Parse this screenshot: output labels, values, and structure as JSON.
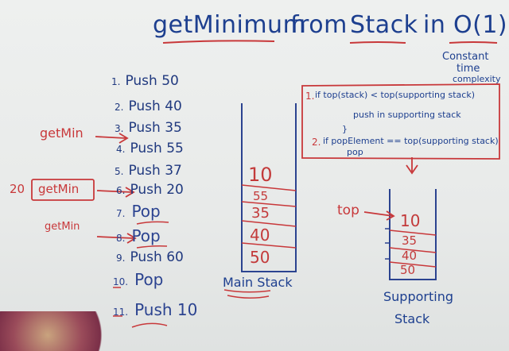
{
  "title": {
    "part1": "getMinimum",
    "part2": "from",
    "part3": "Stack",
    "part4": "in",
    "part5": "O(1)"
  },
  "note": {
    "line1": "Constant",
    "line2": "time",
    "line3": "complexity"
  },
  "steps": [
    {
      "num": "1.",
      "text": "Push 50"
    },
    {
      "num": "2.",
      "text": "Push 40"
    },
    {
      "num": "3.",
      "text": "Push 35"
    },
    {
      "num": "4.",
      "text": "Push 55"
    },
    {
      "num": "5.",
      "text": "Push 37"
    },
    {
      "num": "6.",
      "text": "Push 20"
    },
    {
      "num": "7.",
      "text": "Pop"
    },
    {
      "num": "8.",
      "text": "Pop"
    },
    {
      "num": "9.",
      "text": "Push 60"
    },
    {
      "num": "10.",
      "text": "Pop"
    },
    {
      "num": "11.",
      "text": "Push 10"
    }
  ],
  "getmin_labels": {
    "first": "getMin",
    "second": "getMin",
    "third": "getMin",
    "boxed_value": "20"
  },
  "main_stack": {
    "items": [
      "10",
      "55",
      "35",
      "40",
      "50"
    ],
    "label": "Main Stack"
  },
  "supporting_stack": {
    "items": [
      "10",
      "35",
      "40",
      "50"
    ],
    "label_line1": "Supporting",
    "label_line2": "Stack",
    "top_label": "top"
  },
  "rules": {
    "r1_num": "1.",
    "r1_cond": "if top(stack) < top(supporting stack)",
    "r1_action": "push in supporting stack",
    "r2_num": "2.",
    "r2_cond": "if popElement == top(supporting stack)",
    "r2_action": "pop",
    "close_brace": "}"
  }
}
